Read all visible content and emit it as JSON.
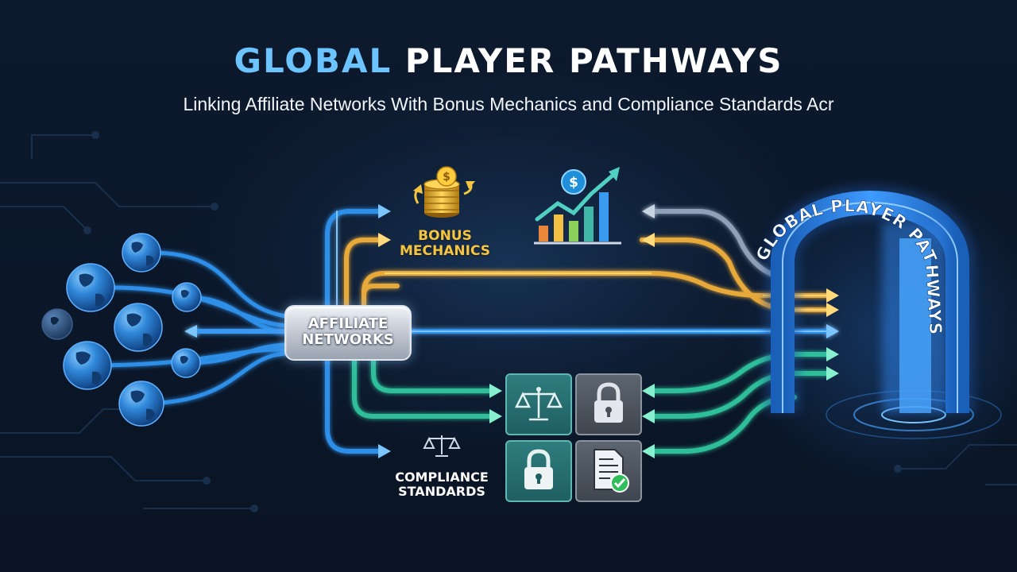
{
  "title": {
    "part1": "GLOBAL",
    "part2": "PLAYER PATHWAYS"
  },
  "subtitle": "Linking Affiliate Networks With Bonus Mechanics and Compliance Standards Acr",
  "nodes": {
    "affiliate": [
      "AFFILIATE",
      "NETWORKS"
    ],
    "bonus": [
      "BONUS",
      "MECHANICS"
    ],
    "compliance": [
      "COMPLIANCE",
      "STANDARDS"
    ]
  },
  "portal_text": "GLOBAL PLAYER PATHWAYS",
  "colors": {
    "blue": "#2d8fe8",
    "blue_glow": "#7cc6ff",
    "gold": "#e8a93a",
    "gold_glow": "#ffd97a",
    "green": "#2fbf9a",
    "green_glow": "#86f0cf",
    "silver": "#8fa0b8",
    "accent_title": "#6cc4ff"
  },
  "icons": [
    "globe-icon",
    "coin-stack-icon",
    "growth-chart-icon",
    "scales-icon",
    "lock-icon",
    "document-check-icon",
    "arrow-icon"
  ]
}
